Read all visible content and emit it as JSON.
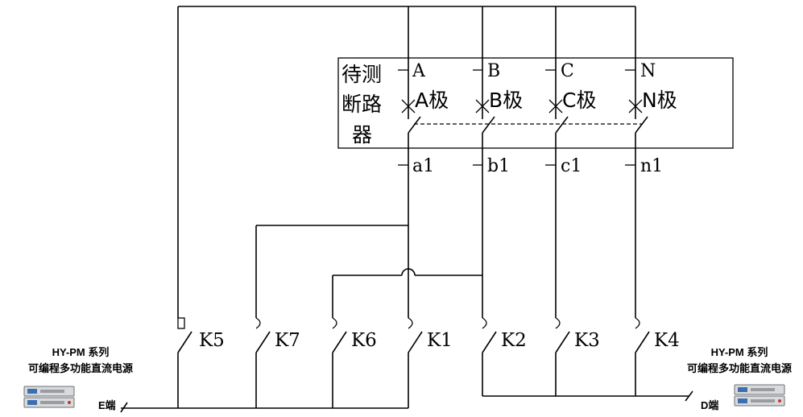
{
  "breaker": {
    "title_lines": [
      "待测",
      "断路",
      "器"
    ],
    "top_terminals": [
      "A",
      "B",
      "C",
      "N"
    ],
    "poles": [
      "A极",
      "B极",
      "C极",
      "N极"
    ],
    "bottom_terminals": [
      "a1",
      "b1",
      "c1",
      "n1"
    ]
  },
  "switches": [
    "K5",
    "K7",
    "K6",
    "K1",
    "K2",
    "K3",
    "K4"
  ],
  "psu_left": {
    "series": "HY-PM 系列",
    "name": "可编程多功能直流电源",
    "terminal": "E端",
    "icon": "power-supply-icon"
  },
  "psu_right": {
    "series": "HY-PM 系列",
    "name": "可编程多功能直流电源",
    "terminal": "D端",
    "icon": "power-supply-icon"
  }
}
